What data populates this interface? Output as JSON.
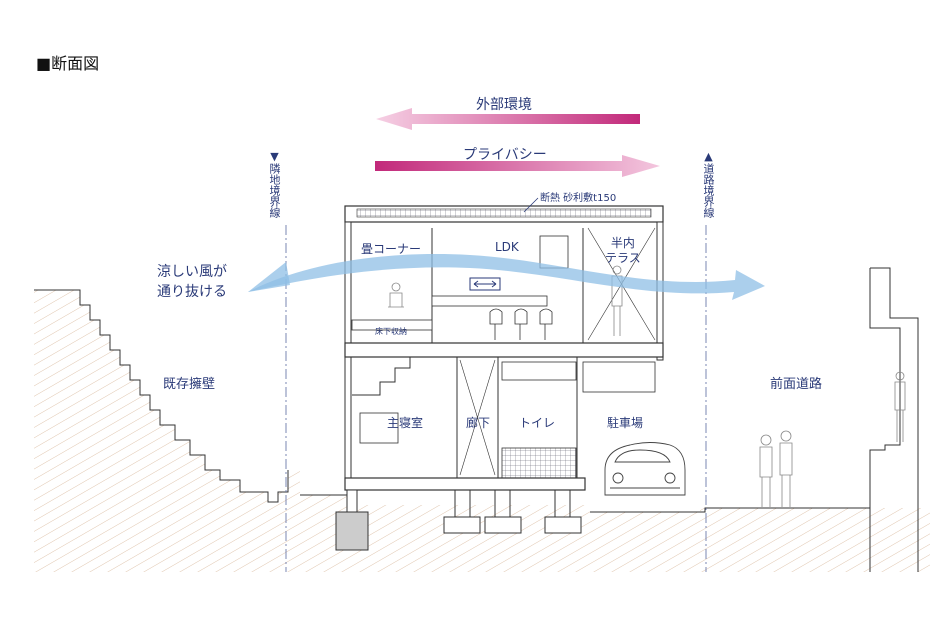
{
  "title": "■断面図",
  "arrows": {
    "exterior_env": "外部環境",
    "privacy": "プライバシー"
  },
  "boundaries": {
    "neighbor": "▼隣地境界線",
    "road": "▲道路境界線"
  },
  "roof_note": "断熱 砂利敷t150",
  "rooms": {
    "tatami": "畳コーナー",
    "ldk": "LDK",
    "terrace": "半内\nテラス",
    "underfloor": "床下収納",
    "master": "主寝室",
    "hall": "廊下",
    "toilet": "トイレ",
    "parking": "駐車場"
  },
  "wind_label": "涼しい風が\n通り抜ける",
  "retaining_wall": "既存擁壁",
  "front_road": "前面道路",
  "colors": {
    "label": "#2a3a78",
    "arrow_pink": "#c2297a",
    "arrow_pink_light": "#f2c2dc",
    "wind_blue": "#8fbfe6",
    "line": "#333333"
  }
}
